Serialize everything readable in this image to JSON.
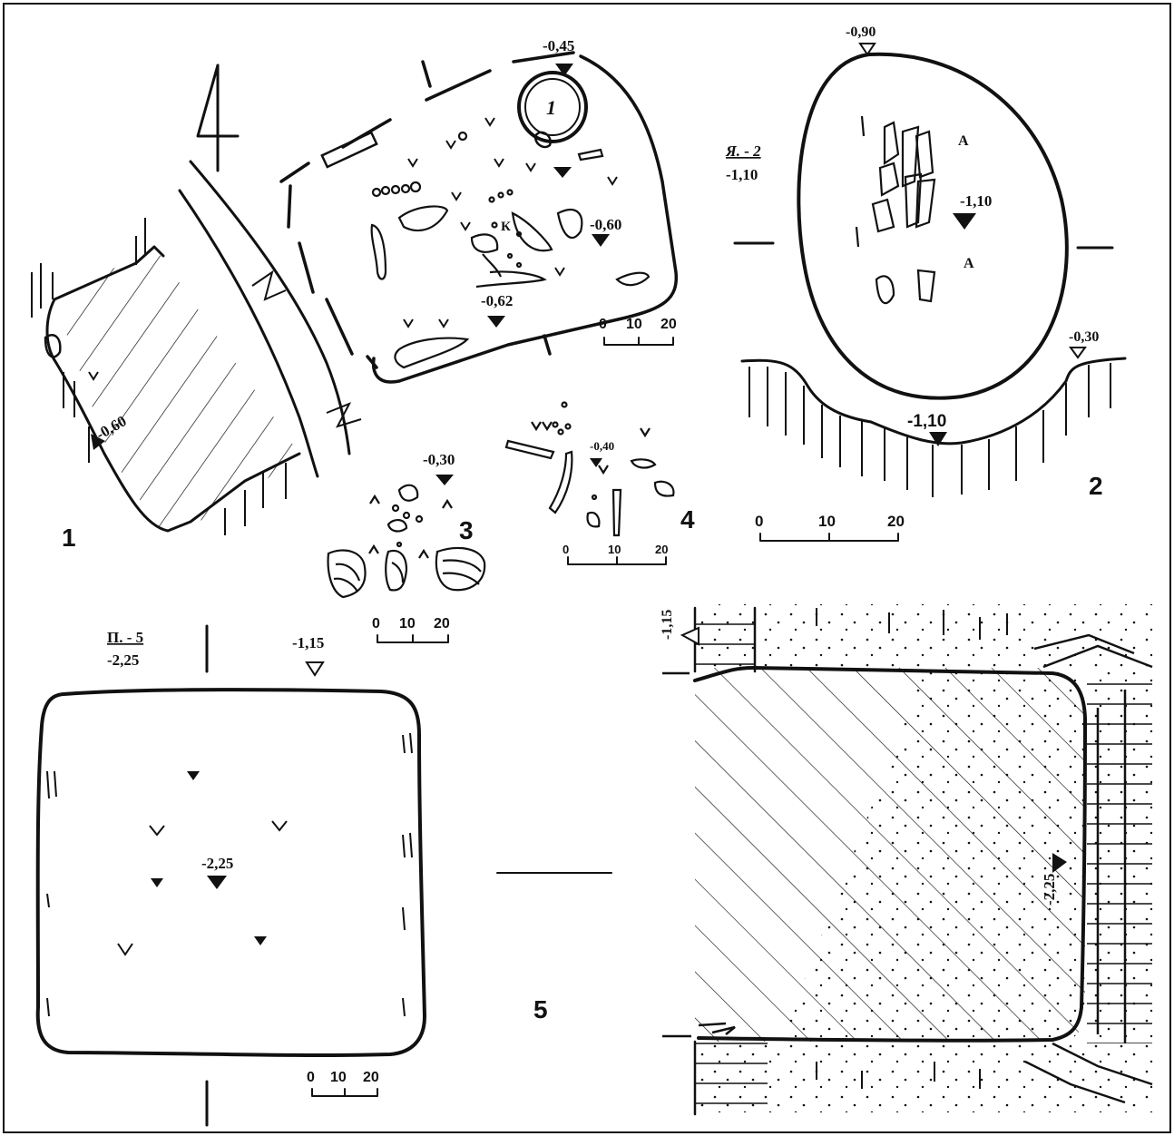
{
  "figures": [
    {
      "number": "1",
      "elevations": [
        "-0,45",
        "-0,60",
        "-0,62",
        "-0,60"
      ],
      "object_label": "1",
      "scale": {
        "labels": [
          "0",
          "10",
          "20"
        ]
      }
    },
    {
      "number": "2",
      "feature_label": "Я. - 2",
      "feature_depth": "-1,10",
      "elevations": [
        "-0,90",
        "-1,10",
        "-0,30",
        "-1,10"
      ],
      "scale": {
        "labels": [
          "0",
          "10",
          "20"
        ]
      }
    },
    {
      "number": "3",
      "elevations": [
        "-0,30"
      ],
      "scale": {
        "labels": [
          "0",
          "10",
          "20"
        ]
      }
    },
    {
      "number": "4",
      "elevations": [
        "-0,40"
      ],
      "scale": {
        "labels": [
          "0",
          "10",
          "20"
        ]
      }
    },
    {
      "number": "5",
      "feature_label": "П. - 5",
      "feature_depth": "-2,25",
      "elevations": [
        "-1,15",
        "-2,25",
        "-1,15",
        "-2,25"
      ],
      "scale": {
        "labels": [
          "0",
          "10",
          "20"
        ]
      }
    }
  ],
  "small_letters": {
    "k": "К",
    "a": "А"
  }
}
